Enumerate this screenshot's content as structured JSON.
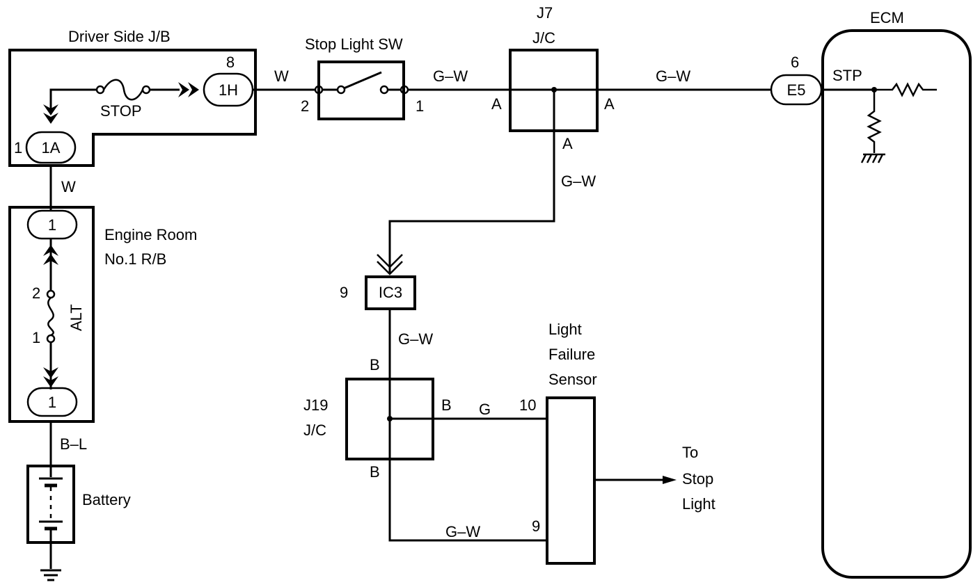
{
  "driver_jb": {
    "title": "Driver Side J/B",
    "fuse": "STOP",
    "conn_top": "1H",
    "conn_top_pin": "8",
    "conn_left": "1A",
    "conn_left_pin": "1"
  },
  "engine_room_rb": {
    "title_line1": "Engine Room",
    "title_line2": "No.1 R/B",
    "conn_top": "1",
    "conn_bottom": "1",
    "fuse": "ALT",
    "fuse_pin_top": "2",
    "fuse_pin_bottom": "1"
  },
  "battery": {
    "label": "Battery"
  },
  "stop_light_sw": {
    "title": "Stop Light SW",
    "pin_left": "2",
    "pin_right": "1"
  },
  "j7": {
    "title_line1": "J7",
    "title_line2": "J/C",
    "pin_left": "A",
    "pin_right": "A",
    "pin_bottom": "A"
  },
  "ic3": {
    "label": "IC3",
    "pin": "9"
  },
  "j19": {
    "title_line1": "J19",
    "title_line2": "J/C",
    "pin_top": "B",
    "pin_right": "B",
    "pin_bottom": "B"
  },
  "light_failure_sensor": {
    "title_line1": "Light",
    "title_line2": "Failure",
    "title_line3": "Sensor",
    "pin_10": "10",
    "pin_9": "9"
  },
  "to_stop_light": {
    "line1": "To",
    "line2": "Stop",
    "line3": "Light"
  },
  "ecm": {
    "title": "ECM",
    "conn": "E5",
    "conn_pin": "6",
    "terminal": "STP"
  },
  "wires": {
    "jb_to_rb": "W",
    "rb_to_battery": "B–L",
    "jb_to_sw": "W",
    "sw_to_j7": "G–W",
    "j7_to_ecm": "G–W",
    "j7_to_ic3": "G–W",
    "ic3_to_j19": "G–W",
    "j19_to_sensor": "G",
    "j19_to_sensor_pin9": "G–W"
  },
  "colors": {
    "line": "#000000",
    "background": "#ffffff"
  }
}
